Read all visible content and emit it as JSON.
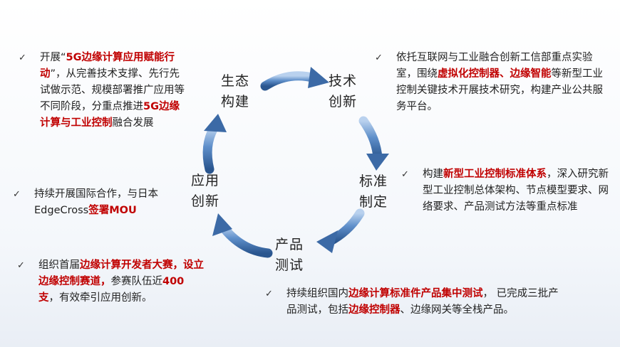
{
  "nodes": {
    "ecology": {
      "l1": "生态",
      "l2": "构建"
    },
    "tech": {
      "l1": "技术",
      "l2": "创新"
    },
    "standard": {
      "l1": "标准",
      "l2": "制定"
    },
    "test": {
      "l1": "产品",
      "l2": "测试"
    },
    "app": {
      "l1": "应用",
      "l2": "创新"
    }
  },
  "bullets": {
    "b1": {
      "check": "✓",
      "t1": "开展“",
      "h1": "5G边缘计算应用赋能行动",
      "t2": "”，从完善技术支撑、先行先试做示范、规模部署推广应用等不同阶段，分重点推进",
      "h2": "5G边缘计算与工业控制",
      "t3": "融合发展"
    },
    "b2": {
      "check": "✓",
      "t1": "持续开展国际合作，与日本EdgeCross",
      "h1": "签署MOU"
    },
    "b3": {
      "check": "✓",
      "t1": "组织首届",
      "h1": "边缘计算开发者大赛，设立边缘控制赛道，",
      "t2": "参赛队伍近",
      "h2": "400支",
      "t3": "，有效牵引应用创新。"
    },
    "b4": {
      "check": "✓",
      "t1": "依托互联网与工业融合创新工信部重点实验室，围绕",
      "h1": "虚拟化控制器、边缘智能",
      "t2": "等新型工业控制关键技术开展技术研究，构建产业公共服务平台。"
    },
    "b5": {
      "check": "✓",
      "t1": "构建",
      "h1": "新型工业控制标准体系",
      "t2": "，深入研究新型工业控制总体架构、节点模型要求、网络要求、产品测试方法等重点标准"
    },
    "b6": {
      "check": "✓",
      "t1": "持续组织国内",
      "h1": "边缘计算标准件产品集中测试",
      "t2": "， 已完成三批产品测试，包括",
      "h2": "边缘控制器",
      "t3": "、边缘网关等全栈产品。"
    }
  },
  "colors": {
    "arrow_light": "#a9c4e6",
    "arrow_dark": "#2f5f9e",
    "highlight": "#c00000"
  }
}
